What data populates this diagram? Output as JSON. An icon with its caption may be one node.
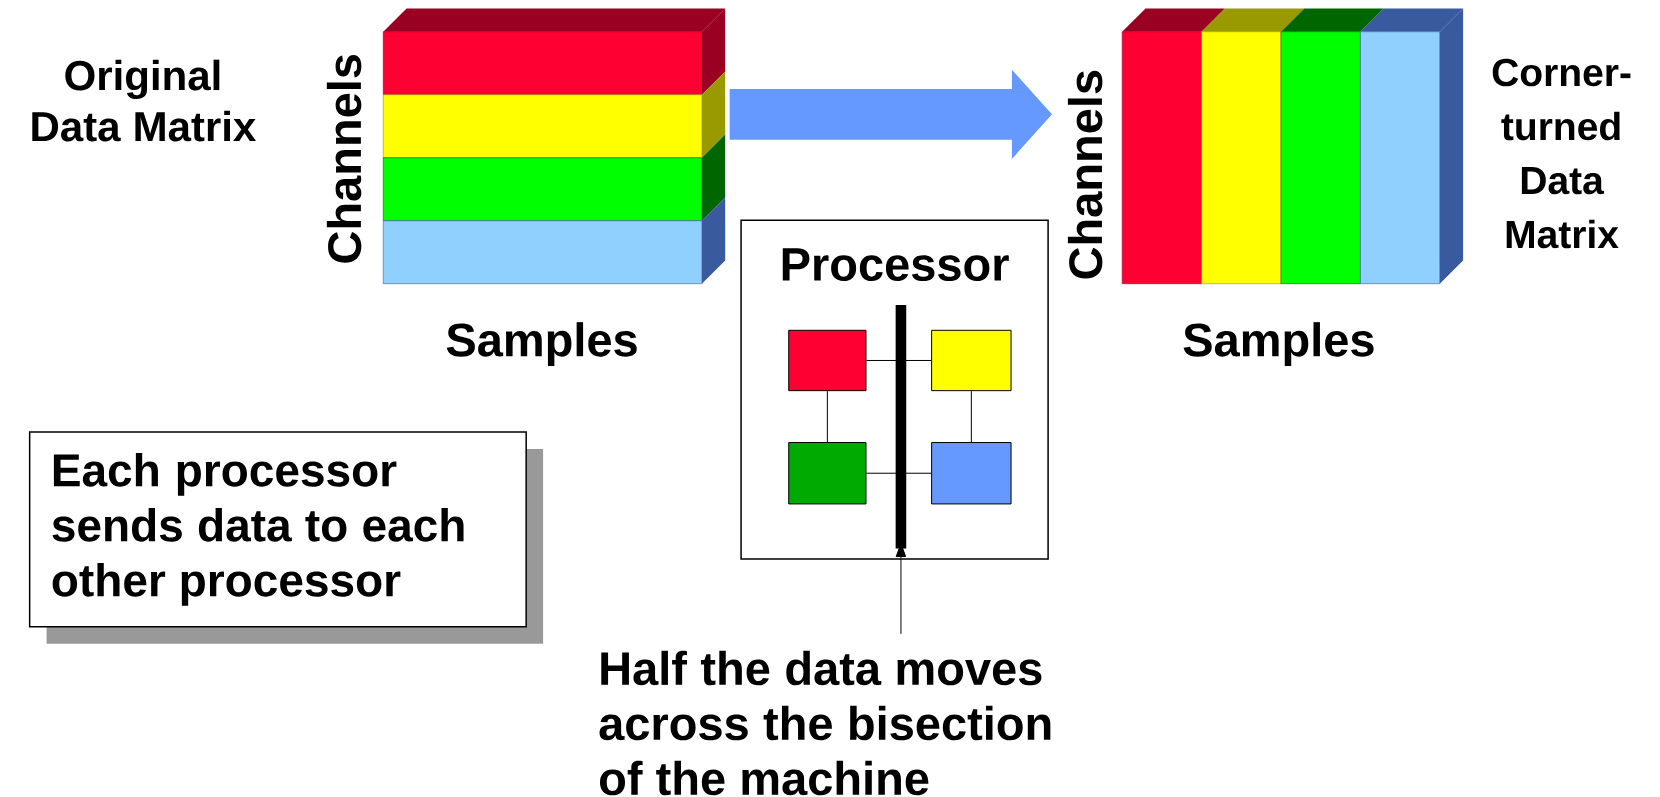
{
  "diagram": {
    "nodes": [
      {
        "text": [],
        "shape": "box",
        "beside": [
          "Original Data Matrix",
          "Channels",
          "Samples"
        ]
      },
      {
        "text": [],
        "shape": "box",
        "beside": [
          "Channels",
          "Samples",
          "Corner-turned Data Matrix"
        ]
      },
      {
        "text": [
          "Processor"
        ]
      },
      {
        "text": [],
        "shape": "box",
        "in": 2
      },
      {
        "text": [],
        "shape": "box",
        "in": 2
      },
      {
        "text": [],
        "shape": "box",
        "in": 2
      },
      {
        "text": [],
        "shape": "box",
        "in": 2
      },
      {
        "text": [],
        "shape": "bar",
        "in": 2
      },
      {
        "text": [
          "Each processor sends data to each other processor"
        ]
      },
      {
        "text": [
          "Half the data moves across the bisection of the machine"
        ]
      }
    ],
    "edges": [
      {
        "from": 0,
        "to": 1,
        "arrow": "to",
        "style": "thick",
        "color": "#6699ff"
      },
      {
        "from": 3,
        "to": 4,
        "arrow": "none"
      },
      {
        "from": 3,
        "to": 5,
        "arrow": "none"
      },
      {
        "from": 4,
        "to": 6,
        "arrow": "none"
      },
      {
        "from": 5,
        "to": 6,
        "arrow": "none"
      },
      {
        "from": 9,
        "to": 7,
        "arrow": "to"
      }
    ]
  }
}
